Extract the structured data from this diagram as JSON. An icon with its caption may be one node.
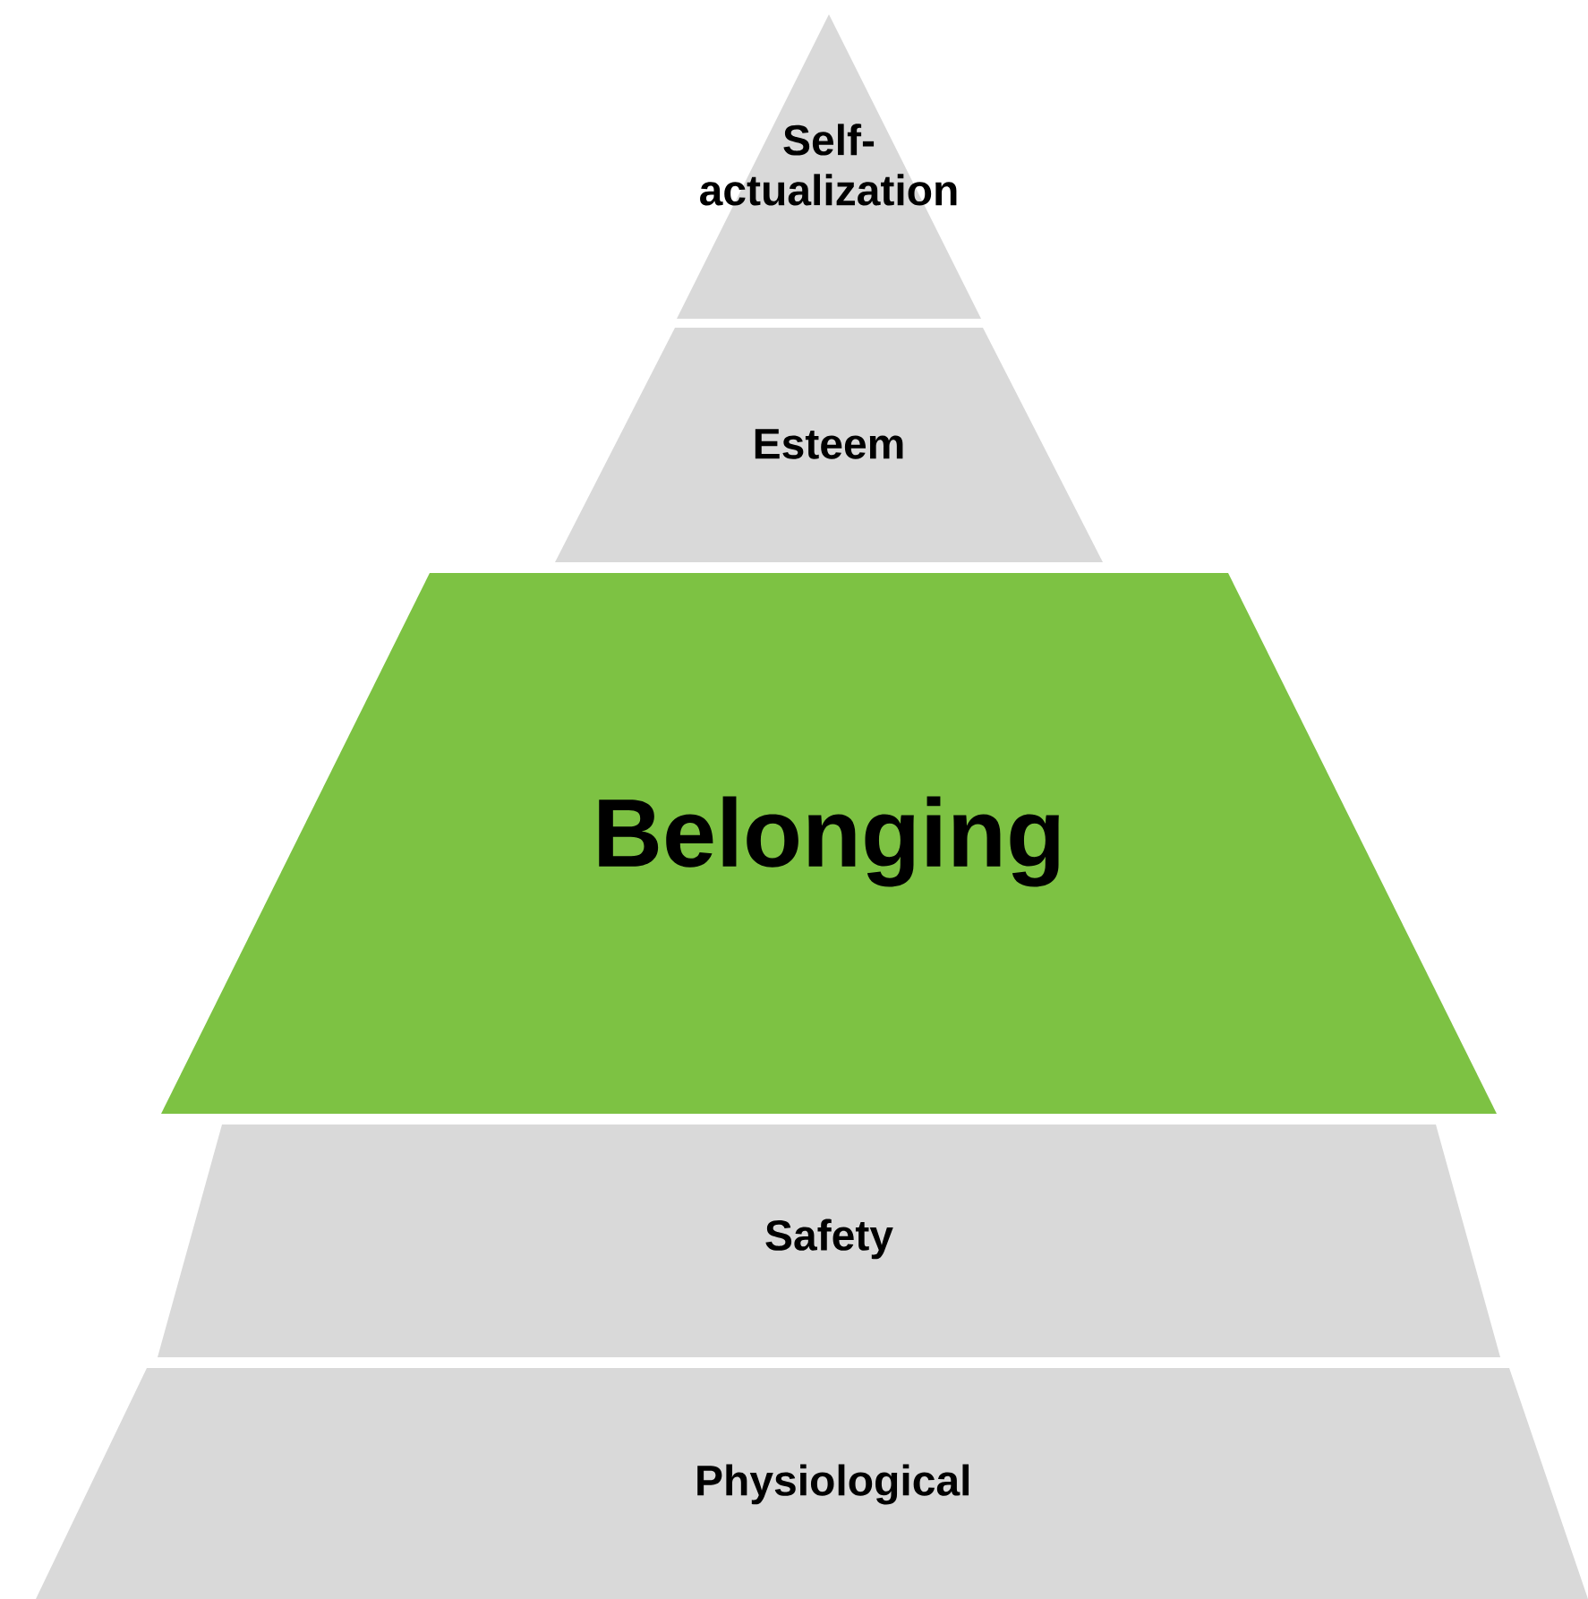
{
  "diagram": {
    "nodes": [
      {
        "text": [
          "Self-actualization"
        ]
      },
      {
        "text": [
          "Esteem"
        ]
      },
      {
        "text": [
          "Belonging"
        ]
      },
      {
        "text": [
          "Safety"
        ]
      },
      {
        "text": [
          "Physiological"
        ]
      }
    ]
  }
}
